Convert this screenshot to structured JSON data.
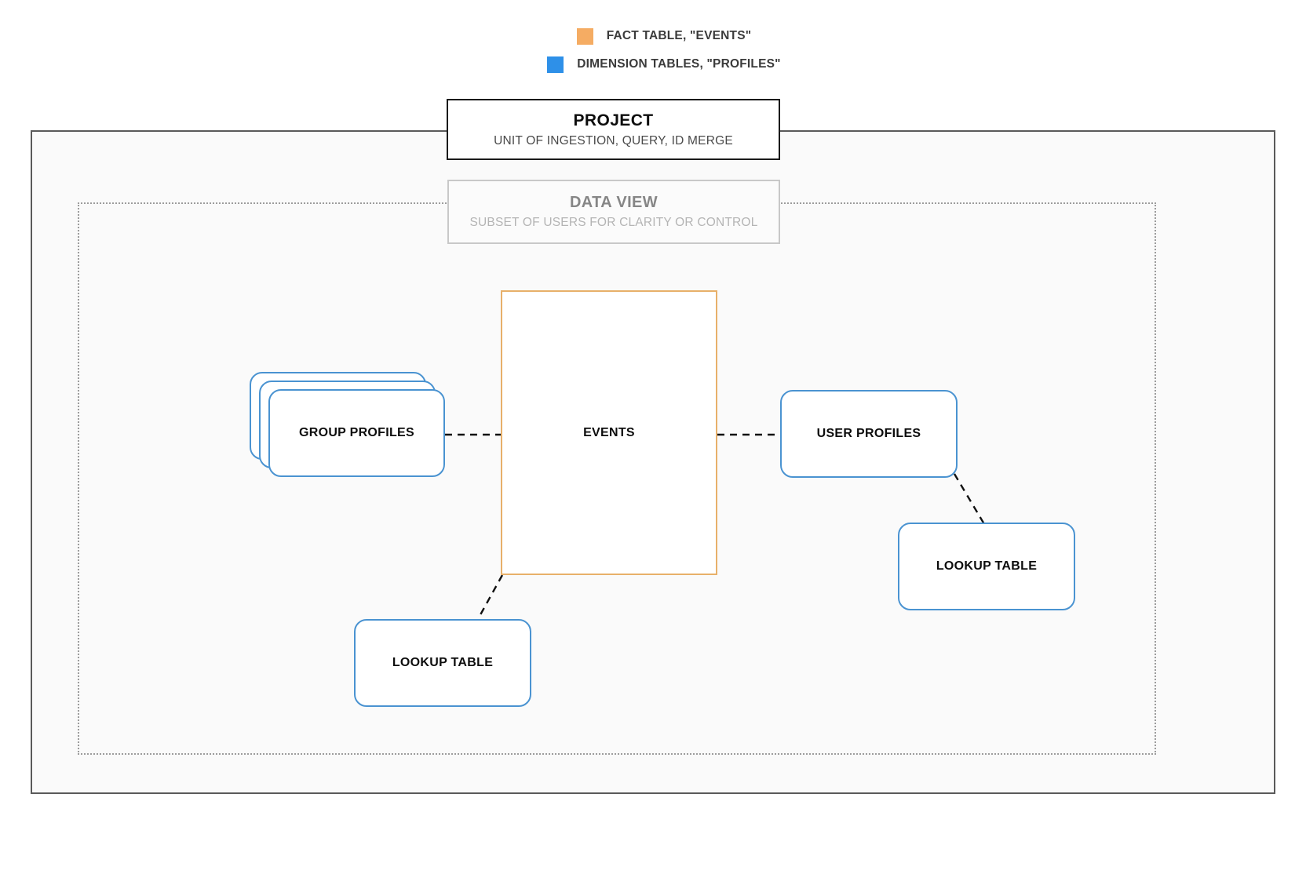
{
  "legend": {
    "items": [
      {
        "label": "FACT TABLE, \"EVENTS\"",
        "color": "#f5ac63",
        "icon": "square-swatch-icon"
      },
      {
        "label": "DIMENSION TABLES, \"PROFILES\"",
        "color": "#2e90e8",
        "icon": "square-swatch-icon"
      }
    ]
  },
  "project": {
    "title": "PROJECT",
    "subtitle": "UNIT OF INGESTION, QUERY, ID MERGE",
    "border_color": "#1a1a1a"
  },
  "data_view": {
    "title": "DATA VIEW",
    "subtitle": "SUBSET OF USERS FOR CLARITY OR CONTROL",
    "border_color": "#c8c8c8"
  },
  "tables": {
    "events": {
      "label": "EVENTS",
      "color": "#e8b06a",
      "kind": "fact-table"
    },
    "group_profiles": {
      "label": "GROUP PROFILES",
      "color": "#4a93d1",
      "kind": "dimension-table",
      "stacked": 3
    },
    "user_profiles": {
      "label": "USER PROFILES",
      "color": "#4a93d1",
      "kind": "dimension-table"
    },
    "lookup_table_left": {
      "label": "LOOKUP TABLE",
      "color": "#4a93d1",
      "kind": "lookup-table"
    },
    "lookup_table_right": {
      "label": "LOOKUP TABLE",
      "color": "#4a93d1",
      "kind": "lookup-table"
    }
  },
  "connectors": [
    {
      "from": "group-profiles",
      "to": "events",
      "style": "dashed"
    },
    {
      "from": "events",
      "to": "user-profiles",
      "style": "dashed"
    },
    {
      "from": "events",
      "to": "lookup-table-left",
      "style": "dashed"
    },
    {
      "from": "user-profiles",
      "to": "lookup-table-right",
      "style": "dashed"
    }
  ]
}
